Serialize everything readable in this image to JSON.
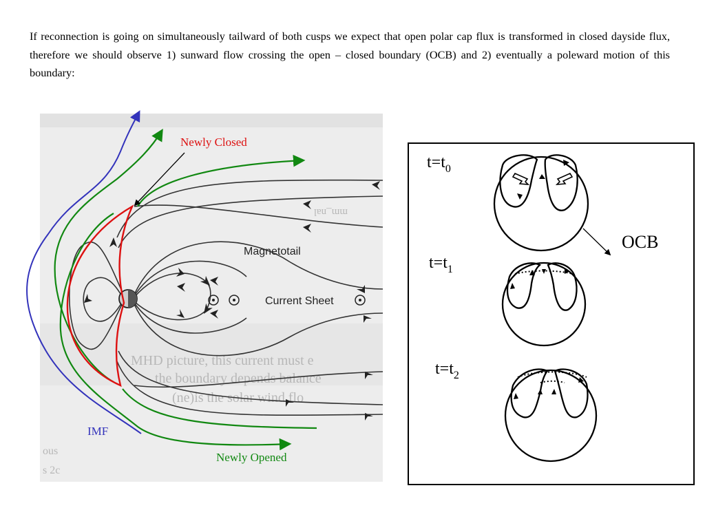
{
  "paragraph": "If reconnection is going on simultaneously tailward of both cusps we expect that open polar cap flux is transformed in closed dayside flux, therefore we should observe 1) sunward flow crossing the open – closed boundary (OCB) and 2) eventually a poleward motion of this boundary:",
  "left_figure": {
    "label_newly_closed": "Newly Closed",
    "label_magnetotail": "Magnetotail",
    "label_current_sheet": "Current Sheet",
    "label_imf": "IMF",
    "label_newly_opened": "Newly Opened",
    "colors": {
      "imf": "#3333bb",
      "newly_closed": "#dd1111",
      "newly_opened": "#118811",
      "field_lines": "#333333",
      "scan_background": "#ededed"
    },
    "background_scan_text": {
      "line_1": "mm_nal",
      "line_2": "MHD picture, this current must e",
      "line_3": "the boundary depends balance",
      "line_4": "(ne)is the solar wind flo",
      "line_5": "ous",
      "line_6": "s 2c"
    }
  },
  "right_figure": {
    "times": [
      {
        "base": "t=t",
        "sub": "0"
      },
      {
        "base": "t=t",
        "sub": "1"
      },
      {
        "base": "t=t",
        "sub": "2"
      }
    ],
    "label_ocb": "OCB"
  }
}
